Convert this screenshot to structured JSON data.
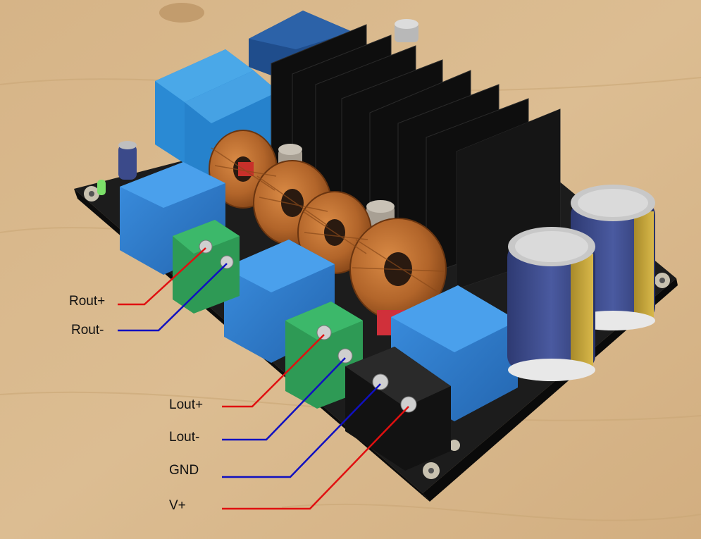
{
  "labels": {
    "rout_plus": "Rout+",
    "rout_minus": "Rout-",
    "lout_plus": "Lout+",
    "lout_minus": "Lout-",
    "gnd": "GND",
    "vplus": "V+"
  },
  "colors": {
    "positive_wire": "#e01010",
    "negative_wire": "#1010c0",
    "pcb": "#1c1c1c",
    "relay": "#2f7fd0",
    "terminal": "#2e9a55",
    "heatsink": "#0e0e0e",
    "copper_coil": "#b86a2a",
    "capacitor": "#3b4a8a",
    "wood": "#d9b88a"
  }
}
